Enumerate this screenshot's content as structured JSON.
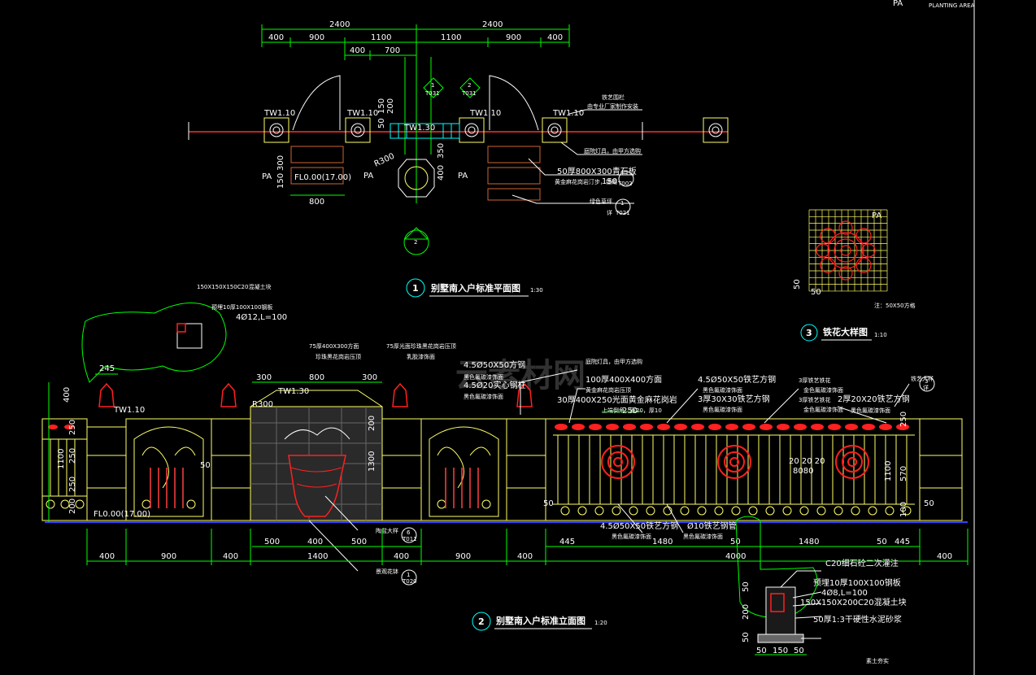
{
  "colors": {
    "background": "#000000",
    "dimension_green": "#00ff00",
    "outline_yellow": "#ffff66",
    "ornament_red": "#ff2020",
    "cyan": "#00ffff",
    "white": "#ffffff",
    "ground_blue": "#3344ff",
    "grey_wall": "#888888"
  },
  "corner": {
    "pa": "PA",
    "planting_area": "PLANTING AREA"
  },
  "plan": {
    "dims_top": [
      "2400",
      "2400"
    ],
    "dims_row2": [
      "400",
      "900",
      "1100",
      "1100",
      "900",
      "400"
    ],
    "dims_row3": [
      "400",
      "700"
    ],
    "labels_tw": [
      "TW1.10",
      "TW1.10",
      "TW1.30",
      "TW1.10",
      "TW1.10"
    ],
    "pa_labels": [
      "PA",
      "PA",
      "PA"
    ],
    "fl": "FL0.00(17.00)",
    "r300": "R300",
    "dims_side": [
      "300",
      "150",
      "800",
      "350",
      "400",
      "50",
      "150",
      "200"
    ],
    "section_markers": [
      {
        "num": "1",
        "ref": "T031"
      },
      {
        "num": "2",
        "ref": "T031"
      }
    ],
    "notes": [
      "铁艺围栏",
      "由专业厂家制作安装",
      "庭院灯具，由甲方选购",
      "50厚800X300青石板",
      "黄金麻花岗岩汀步，铺砌",
      "150",
      "T002",
      "绿色草坪",
      "详",
      "T021"
    ],
    "marker_small": "1",
    "bottom_marker": "2",
    "title_num": "1",
    "title": "别墅南入户标准平面图",
    "scale": "1:30"
  },
  "detail3": {
    "pa": "PA",
    "dim": "50",
    "dim2": "50",
    "note": "注：50X50方格",
    "title_num": "3",
    "title": "铁花大样图",
    "scale": "1:10"
  },
  "elevation": {
    "callouts": [
      "150X150X150C20混凝土块",
      "预埋10厚100X100钢板",
      "4Ø12,L=100",
      "75厚400X300方面",
      "珍珠黑花岗岩压顶",
      "75厚光面珍珠黑花岗岩压顶",
      "乳胶漆饰面",
      "4.5Ø50X50方钢",
      "黑色氟碳漆饰面",
      "4.5Ø20实心钢柱",
      "黑色氟碳漆饰面",
      "庭院灯具，由甲方选购",
      "100厚400X400方面",
      "黄金麻花岗岩压顶",
      "30厚400X250光面黄金麻花岗岩",
      "上端倒角，宽20，厚10",
      "4.5Ø50X50铁艺方钢",
      "黑色氟碳漆饰面",
      "3厚30X30铁艺方钢",
      "黑色氟碳漆饰面",
      "3厚铁艺铁花",
      "金色氟碳漆饰面",
      "3厚铁艺铁花",
      "金色氟碳漆饰面",
      "2厚20X20铁艺方钢",
      "黑色氟碳漆饰面",
      "铁艺大样",
      "4.5Ø50X50铁艺方钢",
      "黑色氟碳漆饰面",
      "Ø10铁艺钢管",
      "黑色氟碳漆饰面",
      "陶盆大样",
      "景观花钵"
    ],
    "dims_top": [
      "245",
      "400",
      "300",
      "800",
      "300",
      "250"
    ],
    "dims_left_vertical": [
      "400",
      "1100",
      "250",
      "250",
      "250",
      "200"
    ],
    "dims_mid_vertical": [
      "200",
      "1300"
    ],
    "dims_right_vertical": [
      "250",
      "570",
      "1100",
      "100",
      "50"
    ],
    "labels": [
      "TW1.10",
      "TW1.30",
      "R300",
      "FL0.00(17.00)",
      "50",
      "20 20 20",
      "8080",
      "50"
    ],
    "dims_bottom_row1": [
      "500",
      "400",
      "500",
      "445",
      "1480",
      "50",
      "1480",
      "50",
      "445"
    ],
    "dims_bottom_row2": [
      "400",
      "900",
      "400",
      "1400",
      "400",
      "900",
      "400",
      "4000",
      "400"
    ],
    "section_refs": [
      {
        "num": "6",
        "ref": "T011"
      },
      {
        "num": "1",
        "ref": "T020"
      },
      {
        "num": "3",
        "ref": "详"
      }
    ],
    "title_num": "2",
    "title": "别墅南入户标准立面图",
    "scale": "1:20"
  },
  "footing": {
    "notes": [
      "C20细石砼二次灌注",
      "预埋10厚100X100钢板",
      "4Ø8,L=100",
      "150X150X200C20混凝土块",
      "50厚1:3干硬性水泥砂浆",
      "素土夯实"
    ],
    "dims_vertical": [
      "50",
      "200",
      "50"
    ],
    "dims_horizontal": [
      "50",
      "150",
      "50"
    ]
  },
  "watermark": "云素材网"
}
